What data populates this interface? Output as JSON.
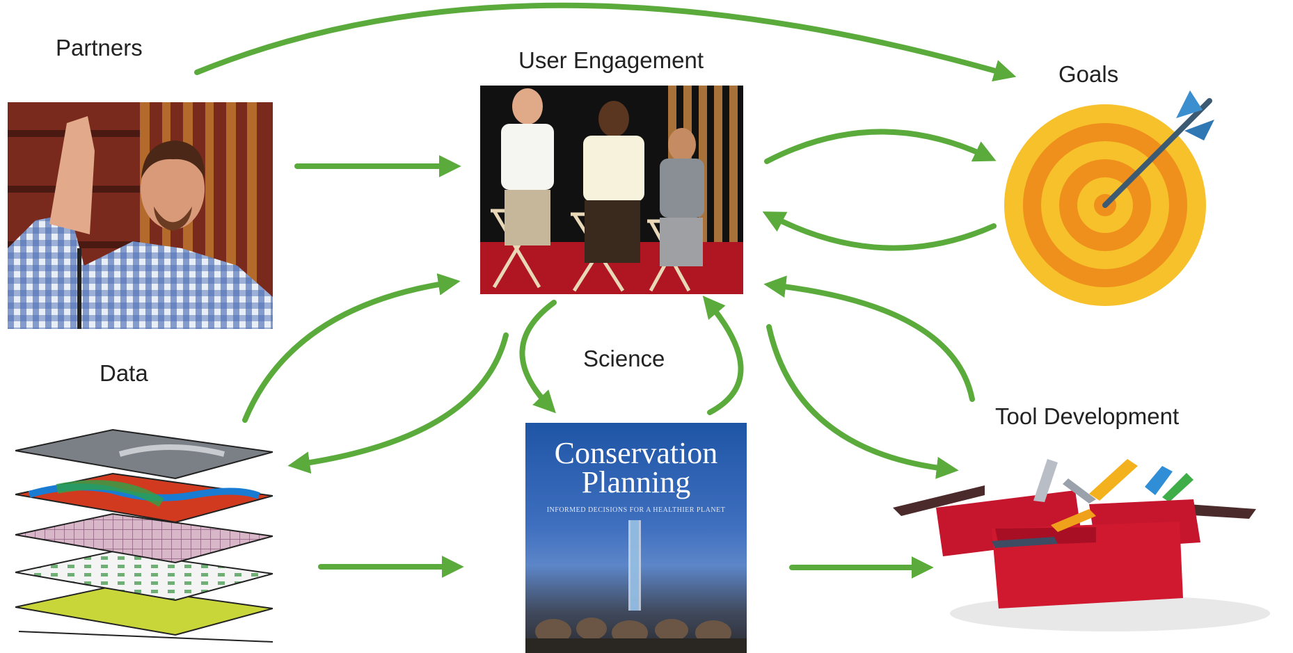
{
  "labels": {
    "partners": "Partners",
    "user_engagement": "User Engagement",
    "goals": "Goals",
    "data": "Data",
    "science": "Science",
    "tool_development": "Tool Development"
  },
  "book": {
    "title_line1": "Conservation",
    "title_line2": "Planning",
    "subtitle": "INFORMED DECISIONS FOR A HEALTHIER PLANET"
  },
  "colors": {
    "arrow": "#5aab3c",
    "target_yellow": "#f6c12a",
    "target_orange": "#ef8f1c",
    "toolbox_red": "#cc1f36",
    "book_blue": "#1f55a6"
  }
}
